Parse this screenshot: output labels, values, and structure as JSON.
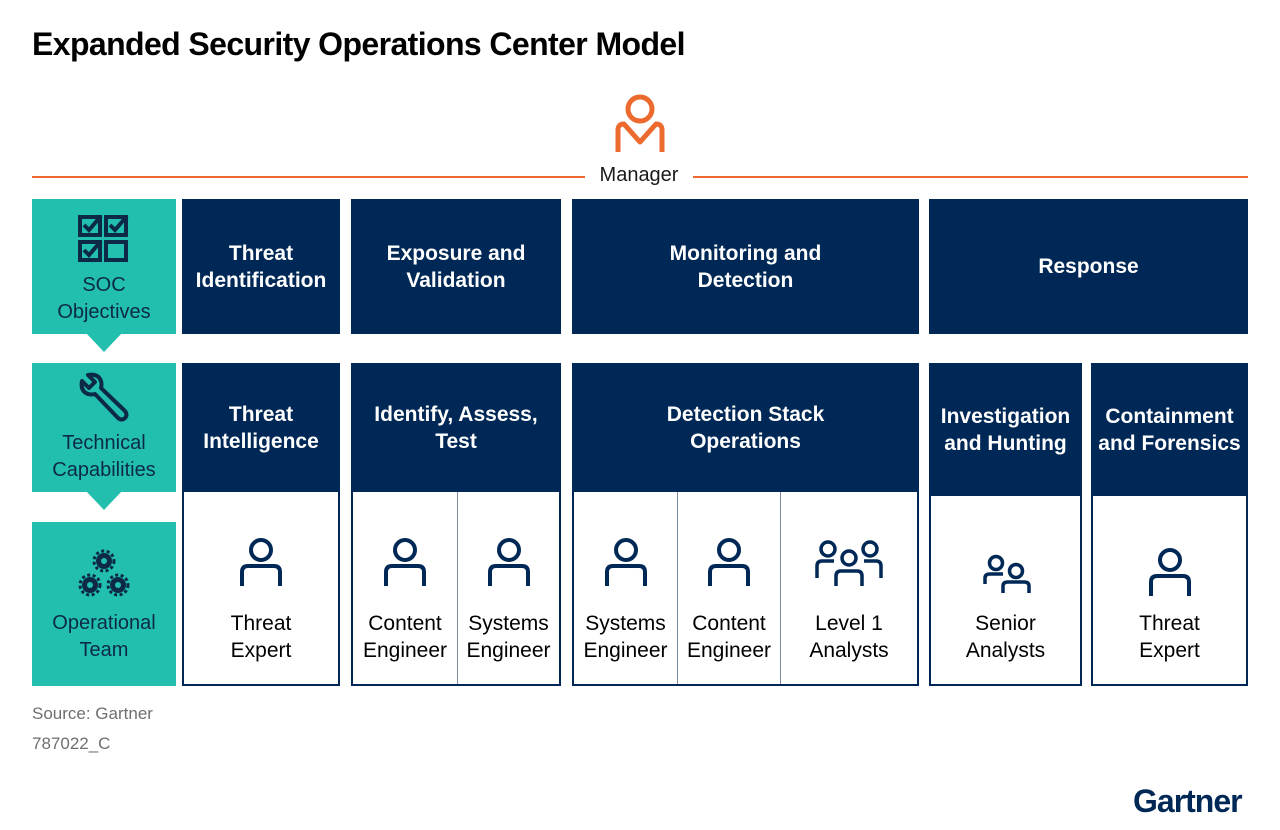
{
  "title": "Expanded Security Operations Center Model",
  "manager": {
    "label": "Manager",
    "icon": "manager-icon"
  },
  "rows": {
    "objectives": {
      "label": "SOC\nObjectives",
      "icon": "checklist-icon"
    },
    "capabilities": {
      "label": "Technical\nCapabilities",
      "icon": "wrench-icon"
    },
    "team": {
      "label": "Operational\nTeam",
      "icon": "gears-icon"
    }
  },
  "objectives": [
    {
      "label": "Threat\nIdentification"
    },
    {
      "label": "Exposure and\nValidation"
    },
    {
      "label": "Monitoring and\nDetection"
    },
    {
      "label": "Response"
    }
  ],
  "capabilities": [
    {
      "label": "Threat\nIntelligence",
      "roles": [
        {
          "label": "Threat\nExpert",
          "icon": "person-icon"
        }
      ]
    },
    {
      "label": "Identify, Assess,\nTest",
      "roles": [
        {
          "label": "Content\nEngineer",
          "icon": "person-icon"
        },
        {
          "label": "Systems\nEngineer",
          "icon": "person-icon"
        }
      ]
    },
    {
      "label": "Detection Stack\nOperations",
      "roles": [
        {
          "label": "Systems\nEngineer",
          "icon": "person-icon"
        },
        {
          "label": "Content\nEngineer",
          "icon": "person-icon"
        },
        {
          "label": "Level 1\nAnalysts",
          "icon": "group-icon"
        }
      ]
    },
    {
      "label": "Investigation\nand Hunting",
      "roles": [
        {
          "label": "Senior\nAnalysts",
          "icon": "pair-icon"
        }
      ]
    },
    {
      "label": "Containment\nand Forensics",
      "roles": [
        {
          "label": "Threat\nExpert",
          "icon": "person-icon"
        }
      ]
    }
  ],
  "source": "Source: Gartner",
  "figure_id": "787022_C",
  "brand": "Gartner",
  "colors": {
    "navy": "#002856",
    "teal": "#23bfae",
    "orange": "#ed6a2f"
  }
}
